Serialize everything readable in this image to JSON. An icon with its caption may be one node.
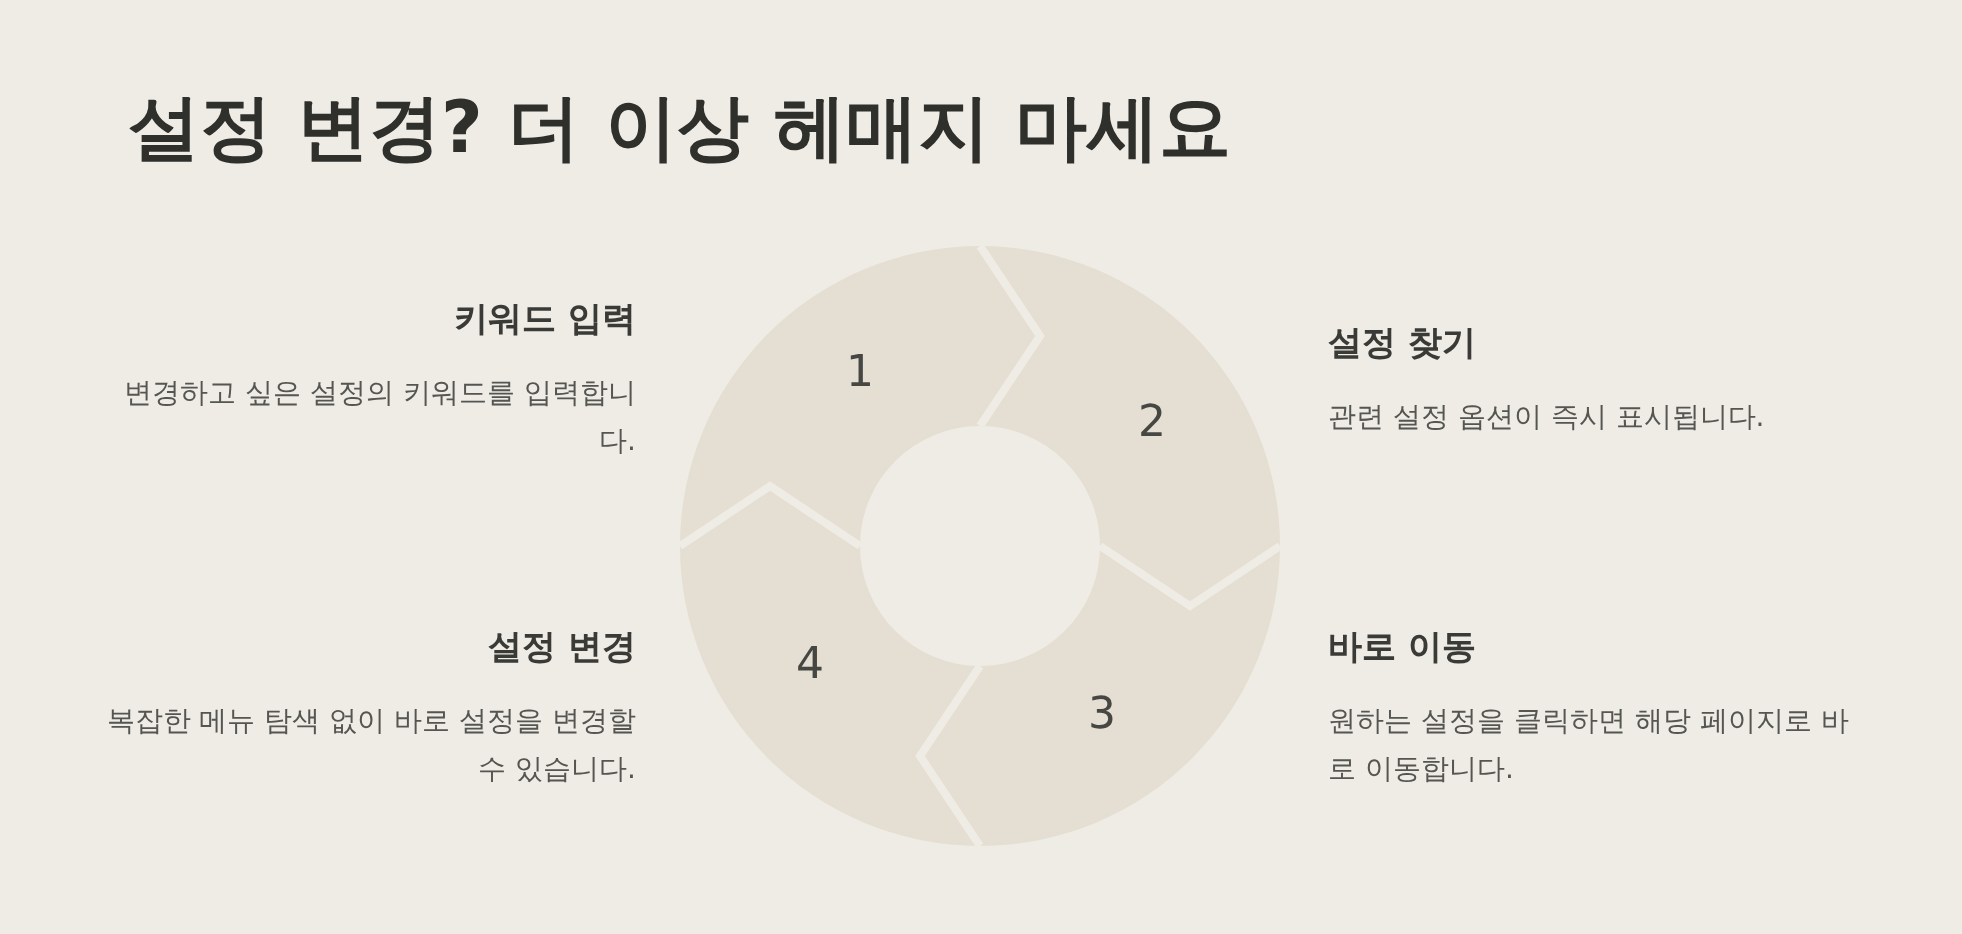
{
  "diagram": {
    "title": "설정 변경? 더 이상 헤매지 마세요",
    "nodes": [
      {
        "text": [
          "1"
        ],
        "beside": [
          "키워드 입력",
          "변경하고 싶은 설정의 키워드를 입력합니다."
        ]
      },
      {
        "text": [
          "2"
        ],
        "beside": [
          "설정 찾기",
          "관련 설정 옵션이 즉시 표시됩니다."
        ]
      },
      {
        "text": [
          "3"
        ],
        "beside": [
          "바로 이동",
          "원하는 설정을 클릭하면 해당 페이지로 바로 이동합니다."
        ]
      },
      {
        "text": [
          "4"
        ],
        "beside": [
          "설정 변경",
          "복잡한 메뉴 탐색 없이 바로 설정을 변경할 수 있습니다."
        ]
      }
    ]
  }
}
